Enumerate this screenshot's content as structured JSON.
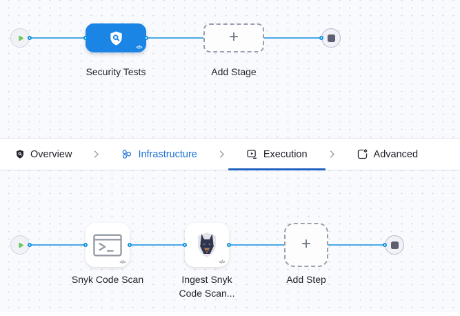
{
  "stage_canvas": {
    "stage_label": "Security Tests",
    "add_stage_label": "Add Stage",
    "code_toggle": "</>"
  },
  "tab_bar": {
    "active_tab": "Execution",
    "tabs": [
      {
        "label": "Overview",
        "icon": "shield-icon",
        "state": "default"
      },
      {
        "label": "Infrastructure",
        "icon": "infrastructure-icon",
        "state": "highlighted"
      },
      {
        "label": "Execution",
        "icon": "execution-play-icon",
        "state": "active"
      },
      {
        "label": "Advanced",
        "icon": "advanced-gear-icon",
        "state": "default"
      }
    ]
  },
  "execution_canvas": {
    "steps": [
      {
        "label": "Snyk Code Scan",
        "icon": "terminal-icon",
        "code_toggle": "</>"
      },
      {
        "label": "Ingest Snyk Code Scan...",
        "icon": "snyk-dog-icon",
        "code_toggle": "</>"
      }
    ],
    "add_step_label": "Add Step"
  },
  "colors": {
    "stage_blue": "#1b85e6",
    "edge_blue": "#4aa8e6",
    "port_ring_blue": "#0b90e0",
    "active_tab_underline": "#2161c1",
    "infrastructure_blue": "#1a6fd1",
    "play_green": "#6cc757",
    "canvas_background": "#f9fafd"
  }
}
